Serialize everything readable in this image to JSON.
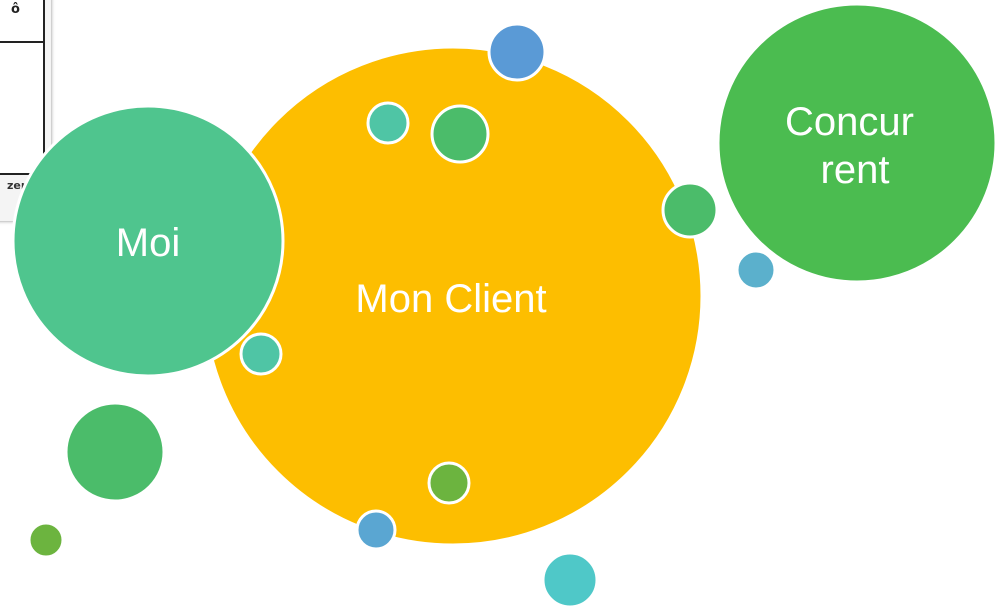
{
  "background_image": {
    "glyph": "ô",
    "text_fragment": "zer"
  },
  "bubbles": [
    {
      "id": "mon-client",
      "label": "Mon Client",
      "color": "#FDBE00"
    },
    {
      "id": "moi",
      "label": "Moi",
      "color": "#4FC58E"
    },
    {
      "id": "concurrent",
      "label_lines": [
        "Concur",
        "rent"
      ],
      "color": "#4BBC50"
    }
  ],
  "small_bubble_colors": [
    "#5A9AD6",
    "#4FC5A5",
    "#4BBC6A",
    "#5BB0CC",
    "#6CB43F",
    "#4FC8C8",
    "#5AA6D2"
  ]
}
